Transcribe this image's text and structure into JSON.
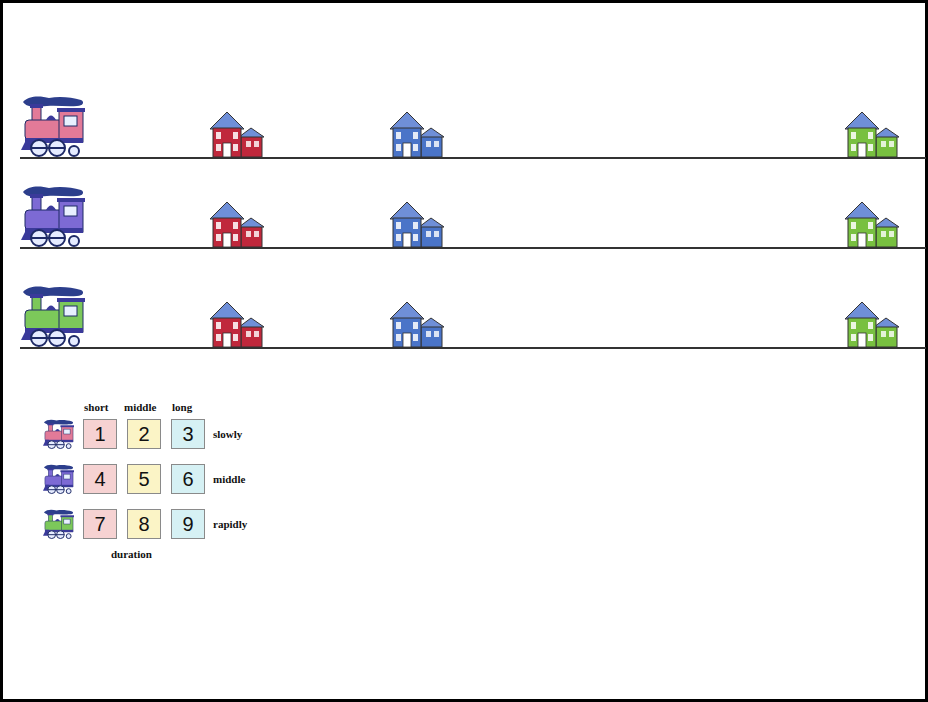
{
  "diagram": {
    "nodes": [
      {
        "text": [
          "1"
        ]
      },
      {
        "text": [
          "2"
        ]
      },
      {
        "text": [
          "3"
        ]
      },
      {
        "text": [
          "4"
        ]
      },
      {
        "text": [
          "5"
        ]
      },
      {
        "text": [
          "6"
        ]
      },
      {
        "text": [
          "7"
        ]
      },
      {
        "text": [
          "8"
        ]
      },
      {
        "text": [
          "9"
        ]
      }
    ],
    "labels": [
      "short",
      "middle",
      "long",
      "slowly",
      "middle",
      "rapidly",
      "duration"
    ]
  }
}
